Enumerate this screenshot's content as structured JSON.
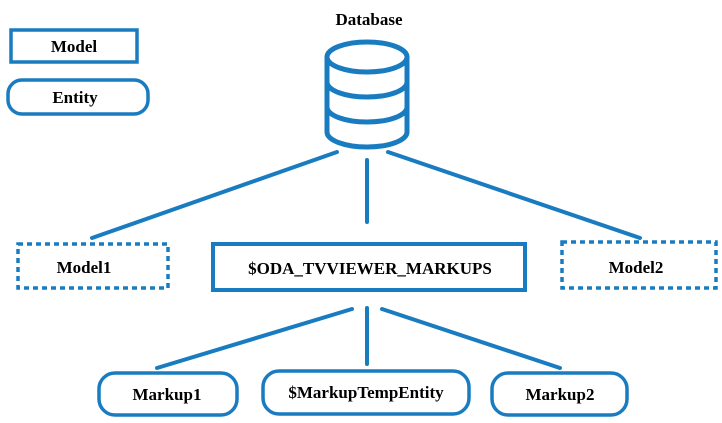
{
  "colors": {
    "stroke": "#1a7cc0",
    "text": "#000000",
    "background": "#ffffff"
  },
  "legend": {
    "model_label": "Model",
    "entity_label": "Entity"
  },
  "database": {
    "label": "Database",
    "icon": "database-cylinder-icon"
  },
  "models": {
    "model1": "Model1",
    "markups_model": "$ODA_TVVIEWER_MARKUPS",
    "model2": "Model2"
  },
  "entities": {
    "markup1": "Markup1",
    "temp_entity": "$MarkupTempEntity",
    "markup2": "Markup2"
  }
}
